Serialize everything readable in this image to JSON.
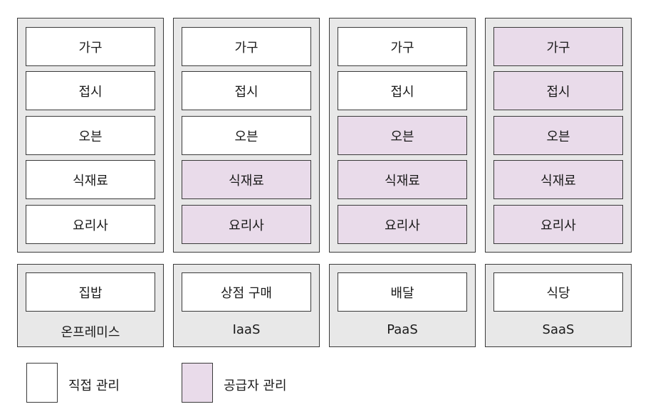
{
  "columns": [
    {
      "layers": [
        "가구",
        "접시",
        "오븐",
        "식재료",
        "요리사"
      ],
      "managed_by": [
        "self",
        "self",
        "self",
        "self",
        "self"
      ],
      "base": "집밥",
      "base_managed_by": "self",
      "model": "온프레미스"
    },
    {
      "layers": [
        "가구",
        "접시",
        "오븐",
        "식재료",
        "요리사"
      ],
      "managed_by": [
        "self",
        "self",
        "self",
        "vendor",
        "vendor"
      ],
      "base": "상점 구매",
      "base_managed_by": "self",
      "model": "IaaS"
    },
    {
      "layers": [
        "가구",
        "접시",
        "오븐",
        "식재료",
        "요리사"
      ],
      "managed_by": [
        "self",
        "self",
        "vendor",
        "vendor",
        "vendor"
      ],
      "base": "배달",
      "base_managed_by": "self",
      "model": "PaaS"
    },
    {
      "layers": [
        "가구",
        "접시",
        "오븐",
        "식재료",
        "요리사"
      ],
      "managed_by": [
        "vendor",
        "vendor",
        "vendor",
        "vendor",
        "vendor"
      ],
      "base": "식당",
      "base_managed_by": "self",
      "model": "SaaS"
    }
  ],
  "legend": [
    {
      "label": "직접 관리",
      "color": "#ffffff"
    },
    {
      "label": "공급자 관리",
      "color": "#e9dbea"
    }
  ],
  "colors": {
    "self": "#ffffff",
    "vendor": "#e9dbea",
    "panel": "#e8e8e8",
    "border": "#3a3a3a"
  }
}
